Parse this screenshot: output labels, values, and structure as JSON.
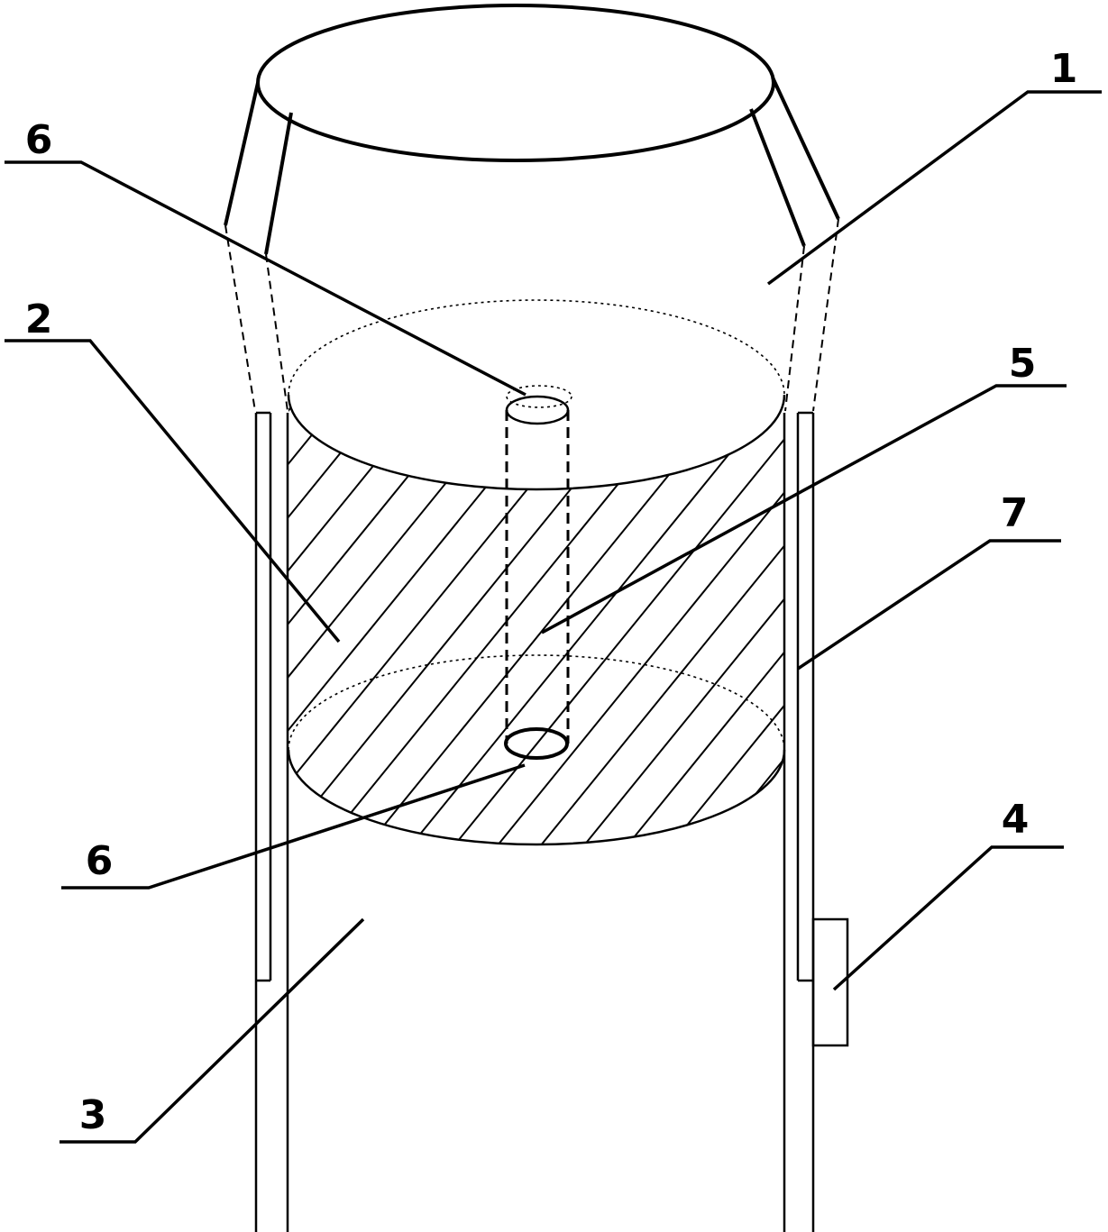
{
  "labels": {
    "part1": "1",
    "part2": "2",
    "part3": "3",
    "part4": "4",
    "part5": "5",
    "part6_top": "6",
    "part6_bottom": "6",
    "part7": "7"
  }
}
